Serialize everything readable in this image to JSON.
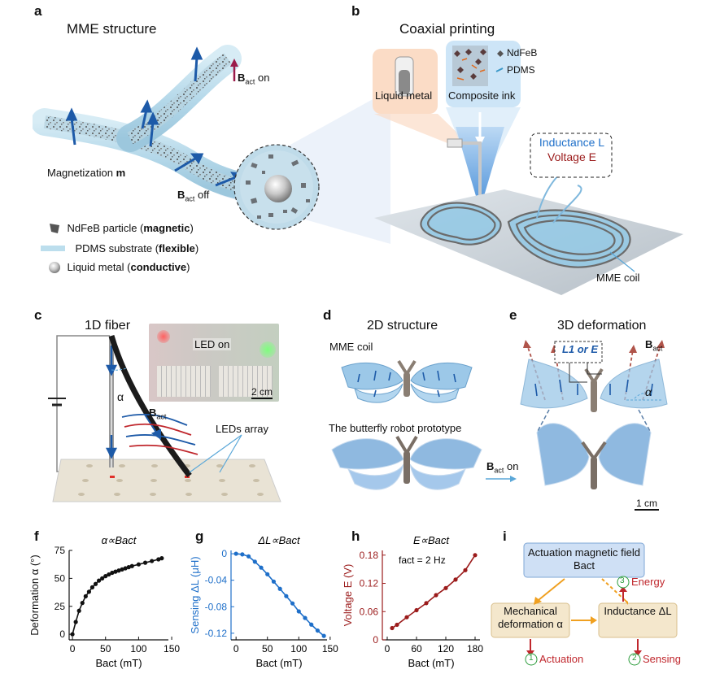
{
  "panels": {
    "a": {
      "label": "a",
      "title": "MME structure",
      "magnetization": "Magnetization ",
      "magnetization_bold": "m",
      "bact_on": "on",
      "bact_off": "off",
      "legend": [
        {
          "text": "NdFeB particle (",
          "bold": "magnetic",
          "end": ")"
        },
        {
          "text": "PDMS substrate (",
          "bold": "flexible",
          "end": ")"
        },
        {
          "text": "Liquid metal (",
          "bold": "conductive",
          "end": ")"
        }
      ]
    },
    "b": {
      "label": "b",
      "title": "Coaxial printing",
      "liquid_metal": "Liquid metal",
      "composite_ink": "Composite ink",
      "ndfeb": "NdFeB",
      "pdms": "PDMS",
      "inductance": "Inductance L",
      "voltage": "Voltage E",
      "mme_coil": "MME coil"
    },
    "c": {
      "label": "c",
      "title": "1D fiber",
      "led_on": "LED on",
      "scale": "2 cm",
      "alpha": "α",
      "leds_array": "LEDs array"
    },
    "d": {
      "label": "d",
      "title": "2D structure",
      "mme_coil": "MME coil",
      "prototype": "The butterfly robot prototype",
      "bact_on": "on"
    },
    "e": {
      "label": "e",
      "title": "3D deformation",
      "l1_or_e": "L1 or E",
      "alpha": "α",
      "scale": "1 cm"
    },
    "f": {
      "label": "f",
      "title": "α∝Bact",
      "ylabel": "Deformation α (°)",
      "xlabel": "Bact (mT)"
    },
    "g": {
      "label": "g",
      "title": "ΔL∝Bact",
      "ylabel": "Sensing ΔL (μH)",
      "xlabel": "Bact  (mT)"
    },
    "h": {
      "label": "h",
      "title": "E∝Bact",
      "ylabel": "Voltage E (V)",
      "xlabel": "Bact  (mT)",
      "annotation": "fact = 2 Hz"
    },
    "i": {
      "label": "i",
      "actuation_box": "Actuation magnetic field Bact",
      "mech_box": "Mechanical deformation α",
      "induct_box": "Inductance ΔL",
      "energy": "Energy",
      "actuation": "Actuation",
      "sensing": "Sensing",
      "n1": "1",
      "n2": "2",
      "n3": "3"
    }
  },
  "chart_data": [
    {
      "type": "line",
      "id": "f",
      "title": "α∝Bact",
      "xlabel": "Bact (mT)",
      "ylabel": "Deformation α (°)",
      "xlim": [
        -5,
        145
      ],
      "ylim": [
        -5,
        75
      ],
      "xticks": [
        0,
        50,
        100,
        150
      ],
      "yticks": [
        0,
        25,
        50,
        75
      ],
      "color": "#111111",
      "x": [
        0,
        5,
        10,
        15,
        20,
        25,
        30,
        35,
        40,
        45,
        50,
        55,
        60,
        65,
        70,
        75,
        80,
        85,
        90,
        100,
        110,
        120,
        130,
        135
      ],
      "y": [
        0,
        11,
        21,
        28,
        34,
        38,
        42,
        45,
        48,
        50,
        52,
        53.5,
        55,
        56,
        57,
        58,
        59,
        60,
        61,
        62.5,
        64,
        65.5,
        67,
        68
      ]
    },
    {
      "type": "line",
      "id": "g",
      "title": "ΔL∝Bact",
      "xlabel": "Bact  (mT)",
      "ylabel": "Sensing ΔL (μH)",
      "xlim": [
        -8,
        145
      ],
      "ylim": [
        -0.13,
        0.005
      ],
      "xticks": [
        0,
        50,
        100,
        150
      ],
      "yticks": [
        0,
        -0.04,
        -0.08,
        -0.12
      ],
      "color": "#1e6fc9",
      "x": [
        0,
        10,
        20,
        30,
        40,
        50,
        60,
        70,
        80,
        90,
        100,
        110,
        120,
        130,
        140
      ],
      "y": [
        0,
        -0.001,
        -0.004,
        -0.012,
        -0.021,
        -0.031,
        -0.042,
        -0.053,
        -0.064,
        -0.075,
        -0.087,
        -0.097,
        -0.107,
        -0.116,
        -0.124
      ]
    },
    {
      "type": "line",
      "id": "h",
      "title": "E∝Bact",
      "xlabel": "Bact  (mT)",
      "ylabel": "Voltage E (V)",
      "xlim": [
        -10,
        190
      ],
      "ylim": [
        0,
        0.19
      ],
      "xticks": [
        0,
        60,
        120,
        180
      ],
      "yticks": [
        0,
        0.06,
        0.12,
        0.18
      ],
      "color": "#9b1b1b",
      "x": [
        10,
        20,
        40,
        60,
        80,
        100,
        120,
        140,
        160,
        180
      ],
      "y": [
        0.025,
        0.032,
        0.048,
        0.063,
        0.078,
        0.095,
        0.11,
        0.128,
        0.148,
        0.18
      ]
    }
  ]
}
